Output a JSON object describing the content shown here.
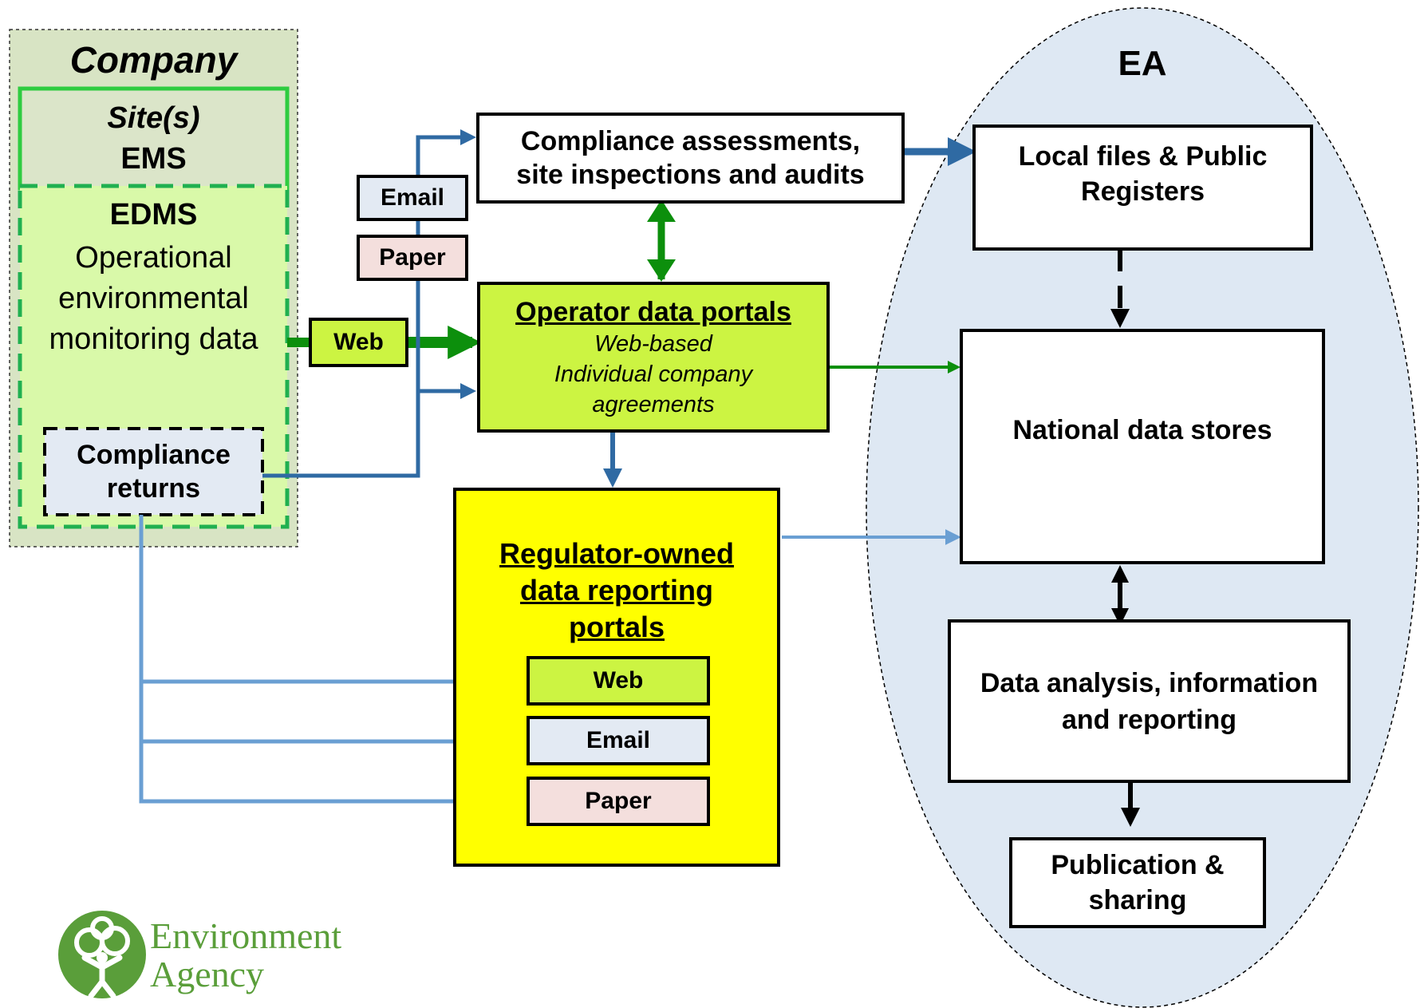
{
  "company": {
    "title": "Company",
    "site_title": "Site(s)",
    "ems_label": "EMS",
    "edms_title": "EDMS",
    "edms_desc": "Operational environmental monitoring data",
    "compliance_returns": "Compliance returns"
  },
  "channels": {
    "email": "Email",
    "paper": "Paper",
    "web": "Web"
  },
  "compliance_assessments": "Compliance assessments, site inspections and audits",
  "operator_portals": {
    "title": "Operator data portals",
    "line1": "Web-based",
    "line2": "Individual company agreements"
  },
  "regulator_portals": {
    "title": "Regulator-owned data reporting portals",
    "web": "Web",
    "email": "Email",
    "paper": "Paper"
  },
  "ea": {
    "title": "EA",
    "local_files": "Local files & Public Registers",
    "national_stores": "National data stores",
    "data_analysis": "Data analysis, information and reporting",
    "publication": "Publication & sharing"
  },
  "logo": {
    "line1": "Environment",
    "line2": "Agency"
  },
  "colors": {
    "company_bg": "#d8e4c4",
    "edms_bg": "#d9f9a9",
    "ea_bg": "#dee8f3",
    "operator_bg": "#ccf442",
    "regulator_bg": "#ffff00",
    "email_bg": "#e3eaf3",
    "paper_bg": "#f4dfdd",
    "green_arrow": "#0c8f0c",
    "blue_arrow": "#2f6aa3",
    "light_blue_arrow": "#6a9fd3",
    "logo_green": "#5a9e3a"
  }
}
